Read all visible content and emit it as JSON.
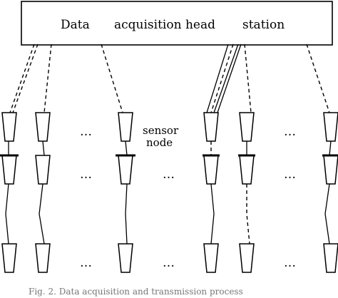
{
  "station": {
    "word1": "Data",
    "word2": "acquisition head",
    "word3": "station"
  },
  "sensor_label_line1": "sensor",
  "sensor_label_line2": "node",
  "ellipsis": "…",
  "caption": "Fig. 2. Data acquisition and transmission process"
}
